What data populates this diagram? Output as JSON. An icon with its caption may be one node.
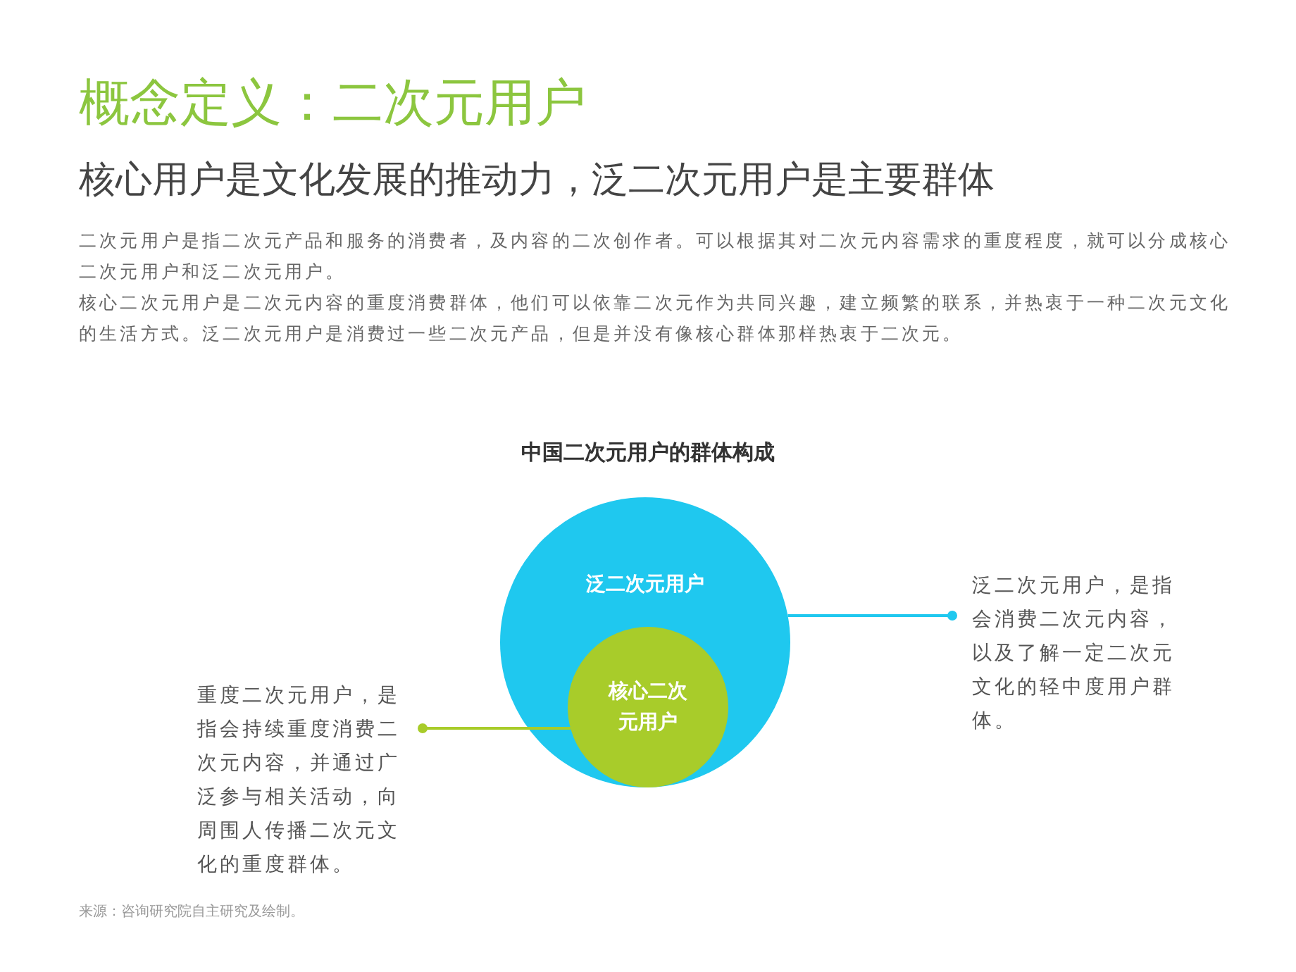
{
  "diagram": {
    "title": "概念定义：二次元用户",
    "nodes": [
      {
        "text": [
          "泛二次元用户"
        ]
      },
      {
        "text": [
          "核心二次元用户"
        ],
        "in": 0
      },
      {
        "text": [
          "泛二次元用户，是指会消费二次元内容，以及了解一定二次元文化的轻中度用户群体。"
        ]
      },
      {
        "text": [
          "重度二次元用户，是指会持续重度消费二次元内容，并通过广泛参与相关活动，向周围人传播二次元文化的重度群体。"
        ]
      }
    ],
    "edges": [
      {
        "from": 2,
        "to": 0,
        "arrow": "other",
        "color": "#1fc8ef"
      },
      {
        "from": 3,
        "to": 1,
        "arrow": "other",
        "color": "#a8cc2a"
      }
    ],
    "labels": [
      "核心用户是文化发展的推动力，泛二次元用户是主要群体",
      "二次元用户是指二次元产品和服务的消费者，及内容的二次创作者。可以根据其对二次元内容需求的重度程度，就可以分成核心二次元用户和泛二次元用户。",
      "核心二次元用户是二次元内容的重度消费群体，他们可以依靠二次元作为共同兴趣，建立频繁的联系，并热衷于一种二次元文化的生活方式。泛二次元用户是消费过一些二次元产品，但是并没有像核心群体那样热衷于二次元。",
      "中国二次元用户的群体构成",
      "来源：咨询研究院自主研究及绘制。"
    ]
  }
}
